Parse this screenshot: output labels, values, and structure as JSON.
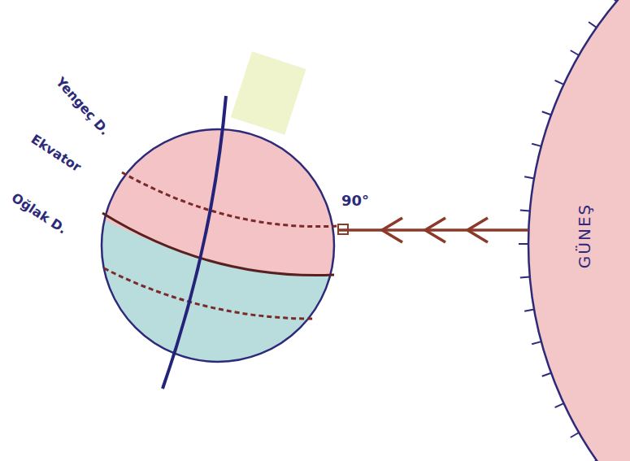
{
  "diagram": {
    "nodes": [
      {
        "text": [
          "GÜNEŞ"
        ]
      }
    ],
    "labels": [
      "Yengeç D.",
      "Ekvator",
      "Oğlak D.",
      "90°"
    ]
  }
}
